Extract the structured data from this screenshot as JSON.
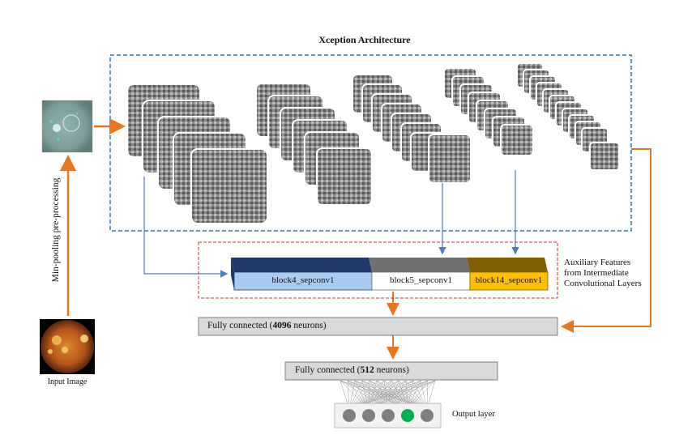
{
  "diagram": {
    "title": "Xception Architecture",
    "preprocessing_label": "Min-pooling pre-processing",
    "input_caption": "Input Image",
    "aux_caption": [
      "Auxiliary Features",
      "from Intermediate",
      "Convolutional Layers"
    ],
    "blocks": [
      "block4_sepconv1",
      "block5_sepconv1",
      "block14_sepconv1"
    ],
    "fc1": {
      "prefix": "Fully connected (",
      "bold": "4096",
      "suffix": " neurons)"
    },
    "fc2": {
      "prefix": "Fully connected (",
      "bold": "512",
      "suffix": " neurons)"
    },
    "output_caption": "Output layer",
    "output_neurons": 5,
    "active_output_index": 3
  },
  "colors": {
    "arrow_orange": "#e87722",
    "arrow_blue": "#4a7fc1",
    "dash_blue": "#2e75b6",
    "dash_red": "#c0392b",
    "block4_fill": "#a9cbef",
    "block4_top": "#1f3864",
    "block5_top": "#707070",
    "block14_fill": "#ffc000",
    "block14_top": "#7f6000",
    "neuron_gray": "#7f7f7f",
    "neuron_active": "#00b050"
  }
}
